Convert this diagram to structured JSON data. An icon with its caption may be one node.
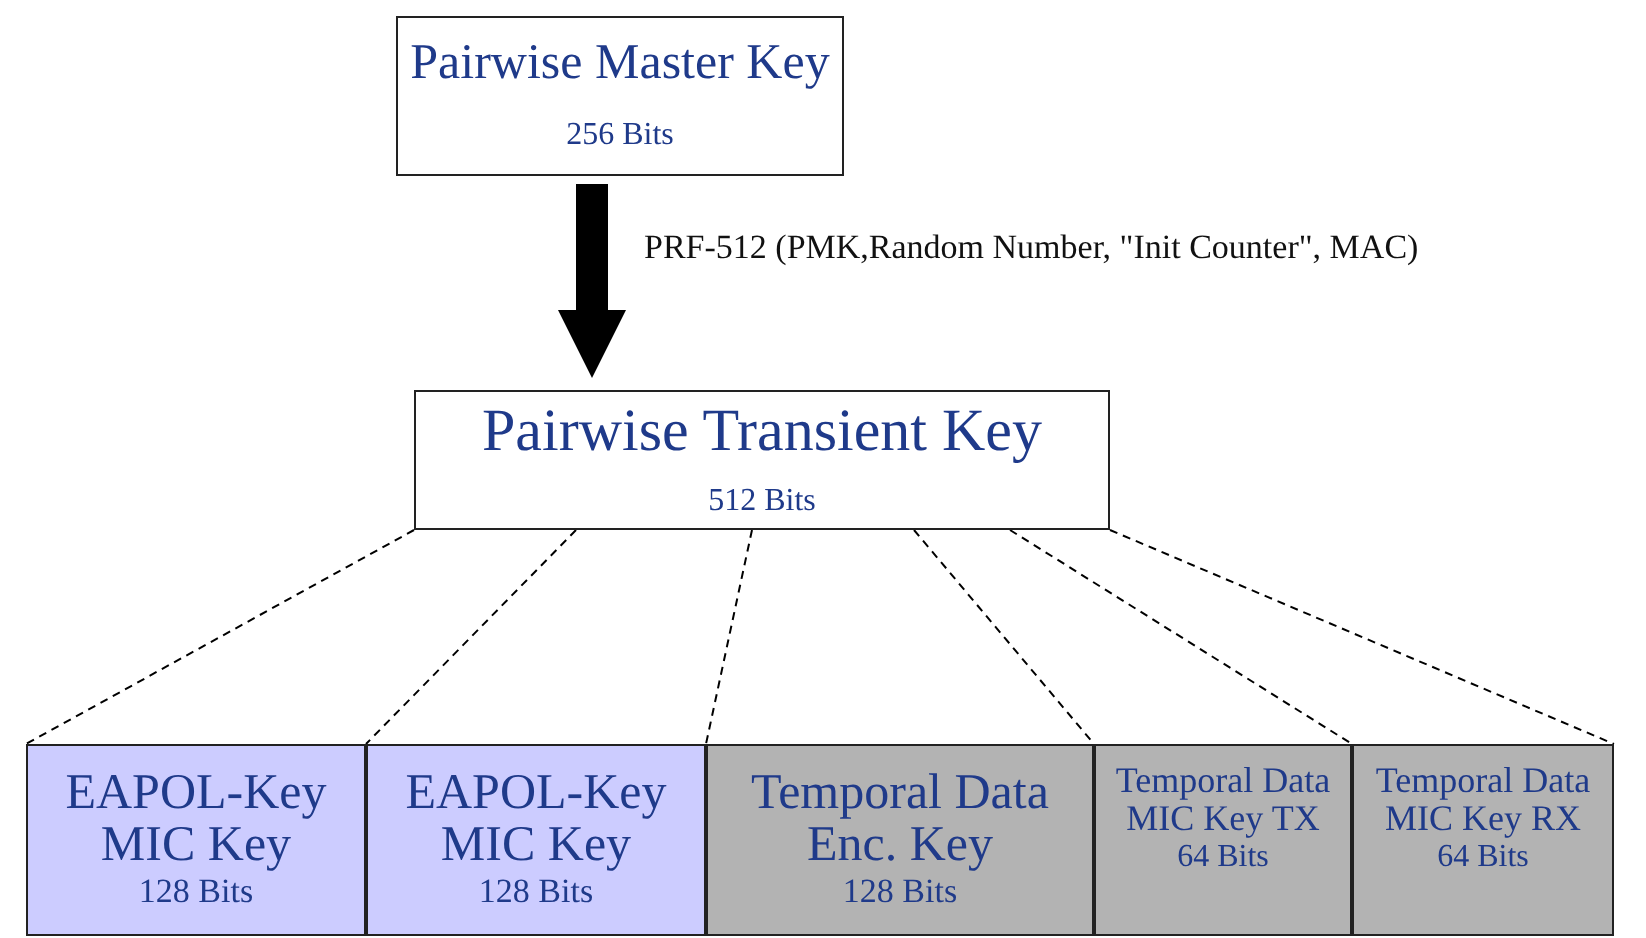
{
  "diagram": {
    "nodes": [
      {
        "text": [
          "Pairwise Master Key",
          "256 Bits"
        ]
      },
      {
        "text": [
          "Pairwise Transient Key",
          "512 Bits"
        ]
      },
      {
        "text": [
          "EAPOL-Key MIC Key",
          "128 Bits"
        ]
      },
      {
        "text": [
          "EAPOL-Key MIC Key",
          "128 Bits"
        ]
      },
      {
        "text": [
          "Temporal Data Enc. Key",
          "128 Bits"
        ]
      },
      {
        "text": [
          "Temporal Data MIC Key TX",
          "64 Bits"
        ]
      },
      {
        "text": [
          "Temporal Data MIC Key RX",
          "64 Bits"
        ]
      }
    ],
    "edges": [
      {
        "from": 0,
        "to": 1,
        "arrow": "to",
        "style": "thick",
        "label": "PRF-512 (PMK,Random Number, \"Init Counter\", MAC)"
      },
      {
        "from": 1,
        "to": 2,
        "arrow": "none",
        "style": "dashed"
      },
      {
        "from": 1,
        "to": 3,
        "arrow": "none",
        "style": "dashed"
      },
      {
        "from": 1,
        "to": 4,
        "arrow": "none",
        "style": "dashed"
      },
      {
        "from": 1,
        "to": 5,
        "arrow": "none",
        "style": "dashed"
      },
      {
        "from": 1,
        "to": 6,
        "arrow": "none",
        "style": "dashed"
      },
      {
        "from": 1,
        "to": 6,
        "arrow": "none",
        "style": "dashed"
      }
    ]
  }
}
